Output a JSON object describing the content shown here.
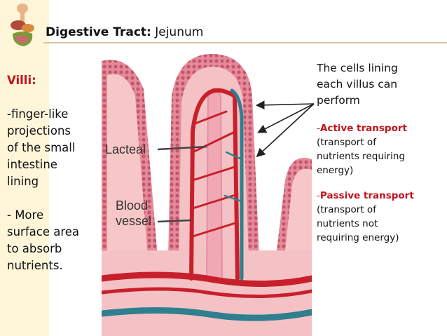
{
  "header": {
    "title_bold": "Digestive Tract:",
    "title_rest": "Jejunum"
  },
  "left_panel": {
    "heading": "Villi:",
    "point1_lines": [
      "-finger-like",
      "projections",
      "of the small",
      "intestine",
      "lining"
    ],
    "point2_lines": [
      "- More",
      "surface area",
      "to absorb",
      "nutrients."
    ]
  },
  "diagram": {
    "label_lacteal": "Lacteal",
    "label_blood_line1": "Blood",
    "label_blood_line2": "vessel"
  },
  "right_panel": {
    "intro_lines": [
      "The cells lining",
      "each villus can",
      "perform"
    ],
    "active_dash": "-",
    "active_title": "Active transport",
    "active_desc_lines": [
      "(transport of",
      "nutrients requiring",
      "energy)"
    ],
    "passive_dash": "-",
    "passive_title": "Passive transport",
    "passive_desc_lines": [
      "(transport of",
      "nutrients not",
      "requiring energy)"
    ]
  },
  "colors": {
    "accent_red": "#c0141c",
    "left_band": "#fff6d9",
    "villus_pink": "#e89aa5",
    "blood_red": "#c8202a",
    "lymph_teal": "#2f7f8f"
  }
}
